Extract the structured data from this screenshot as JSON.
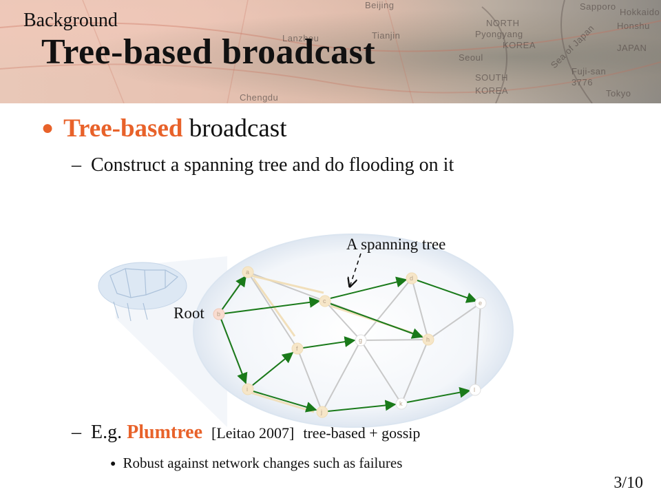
{
  "header": {
    "section": "Background",
    "title": "Tree-based broadcast",
    "map_labels": [
      "Beijing",
      "NORTH",
      "Pyongyang",
      "KOREA",
      "Seoul",
      "SOUTH",
      "KOREA",
      "Tianjin",
      "Lanzhou",
      "Chengdu",
      "Sea of Japan",
      "Honshu",
      "JAPAN",
      "Tokyo",
      "Hokkaido",
      "Sapporo",
      "Fuji-san",
      "3776"
    ]
  },
  "bullets": {
    "main_accent": "Tree-based",
    "main_rest": "broadcast",
    "sub1": "Construct a spanning tree and do flooding on it",
    "sub2_prefix": "E.g.",
    "sub2_accent": "Plumtree",
    "sub2_ref": "[Leitao 2007]",
    "sub2_note": "tree-based  + gossip",
    "subsub": "Robust against network changes such as failures",
    "dash": "–"
  },
  "diagram": {
    "tree_label": "A spanning  tree",
    "root_label": "Root",
    "nodes": [
      "a",
      "b",
      "c",
      "d",
      "e",
      "f",
      "g",
      "h",
      "i",
      "j",
      "k",
      "l"
    ]
  },
  "colors": {
    "accent": "#e8622a",
    "tree_edge": "#1a7a1a",
    "graph_edge": "#c8c8c8",
    "node_fill": "#f6e6c8"
  },
  "page": {
    "number": "3/10"
  }
}
